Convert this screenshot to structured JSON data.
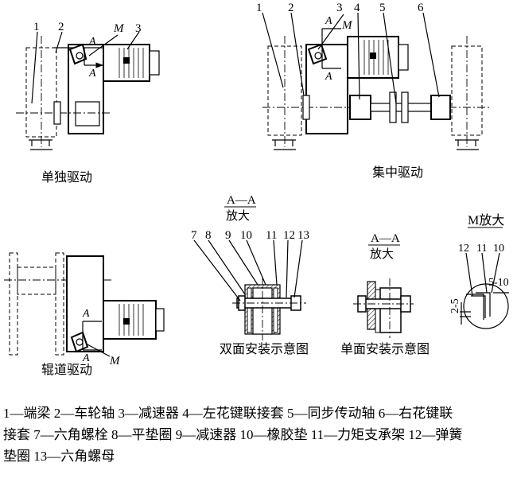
{
  "figures": {
    "single_drive": {
      "caption": "单独驱动",
      "labels": [
        "1",
        "2",
        "3"
      ],
      "section_mark": "A",
      "detail_mark": "M"
    },
    "central_drive": {
      "caption": "集中驱动",
      "labels": [
        "1",
        "2",
        "3",
        "4",
        "5",
        "6"
      ],
      "section_mark": "A",
      "detail_mark": "M"
    },
    "roller_drive": {
      "caption": "辊道驱动",
      "section_mark": "A",
      "detail_mark": "M"
    },
    "double_mount": {
      "title_top": "A—A",
      "title_bottom": "放大",
      "caption": "双面安装示意图",
      "labels": [
        "7",
        "8",
        "9",
        "10",
        "11",
        "12",
        "13"
      ]
    },
    "single_mount": {
      "title_top": "A—A",
      "title_bottom": "放大",
      "caption": "单面安装示意图"
    },
    "detail_m": {
      "title": "M放大",
      "labels": [
        "12",
        "11",
        "10"
      ],
      "dim_gap": "5-10",
      "dim_height": "2-5"
    }
  },
  "legend": {
    "line1": "1—端梁  2—车轮轴 3—减速器  4—左花键联接套 5—同步传动轴  6—右花键联",
    "line2": "接套 7—六角螺栓 8—平垫圈  9—减速器  10—橡胶垫  11—力矩支承架  12—弹簧",
    "line3": "垫圈 13—六角螺母"
  }
}
